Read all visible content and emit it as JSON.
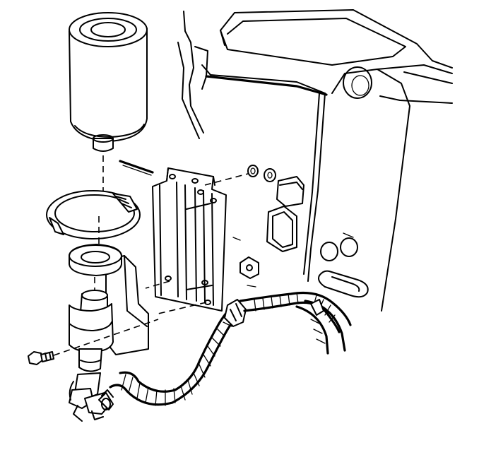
{
  "illustration": {
    "kind": "exploded-view line drawing",
    "parts": [
      "fuel-filter-cartridge",
      "retaining-ring",
      "filter-seal",
      "filter-housing",
      "mounting-bracket",
      "bracket-bolt",
      "fuel-line-fitting",
      "wiring-harness",
      "body-panel"
    ],
    "colors": {
      "ink": "#000000",
      "paper": "#ffffff"
    }
  }
}
